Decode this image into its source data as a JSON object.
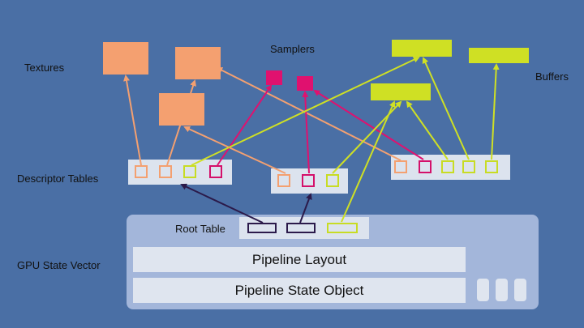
{
  "labels": {
    "textures": "Textures",
    "samplers": "Samplers",
    "buffers": "Buffers",
    "descriptor_tables": "Descriptor Tables",
    "root_table": "Root Table",
    "gpu_state_vector": "GPU State Vector",
    "pipeline_layout": "Pipeline Layout",
    "pipeline_state_object": "Pipeline State Object"
  },
  "colors": {
    "background": "#4a6fa5",
    "texture": "#f4a070",
    "sampler": "#e0116f",
    "buffer": "#cfe024",
    "root_link": "#2b1a4a",
    "panel": "#a3b6da"
  }
}
